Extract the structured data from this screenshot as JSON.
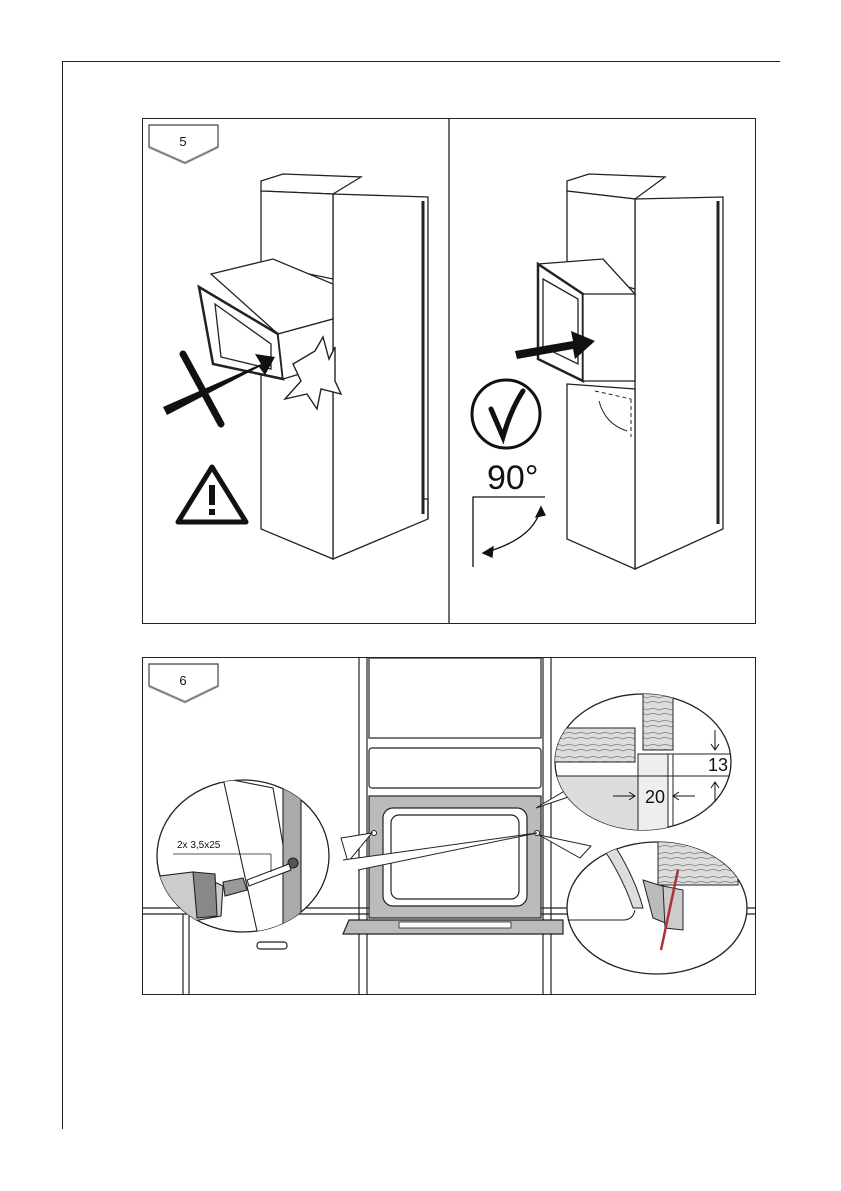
{
  "steps": [
    {
      "number": "5"
    },
    {
      "number": "6"
    }
  ],
  "angle_label": "90°",
  "screw_spec": "2x 3,5x25",
  "dimension_top": "13",
  "dimension_side": "20"
}
